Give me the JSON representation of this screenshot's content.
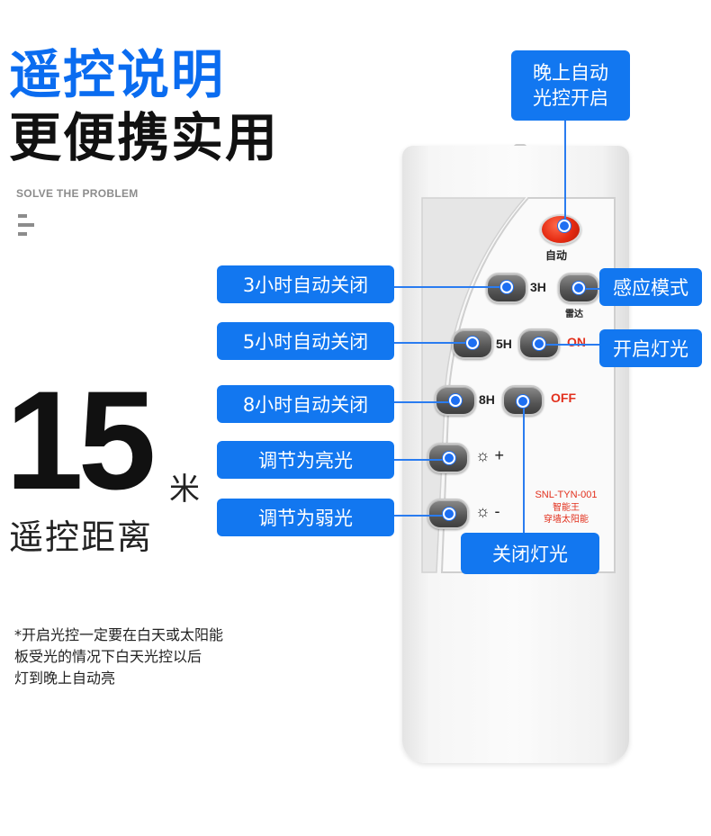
{
  "header": {
    "title_main": "遥控说明",
    "title_sub": "更便携实用",
    "subtitle_en": "SOLVE THE PROBLEM"
  },
  "distance": {
    "number": "15",
    "unit": "米",
    "caption": "遥控距离"
  },
  "note": {
    "lines": [
      "*开启光控一定要在白天或太阳能",
      "板受光的情况下白天光控以后",
      "灯到晚上自动亮"
    ]
  },
  "remote": {
    "auto_label": "自动",
    "btn_3h": "3H",
    "radar_label": "雷达",
    "btn_5h": "5H",
    "on_label": "ON",
    "btn_8h": "8H",
    "off_label": "OFF",
    "bright_symbol": "☼ +",
    "dim_symbol": "☼ -",
    "model": "SNL-TYN-001",
    "brand": "智能王",
    "brand_sub": "穿墙太阳能"
  },
  "callouts": {
    "auto_light_line1": "晚上自动",
    "auto_light_line2": "光控开启",
    "off_3h": "3小时自动关闭",
    "sensor_mode": "感应模式",
    "off_5h": "5小时自动关闭",
    "light_on": "开启灯光",
    "off_8h": "8小时自动关闭",
    "brighter": "调节为亮光",
    "dimmer": "调节为弱光",
    "light_off": "关闭灯光"
  },
  "colors": {
    "accent_blue": "#1277f0",
    "title_blue": "#0a6cf0",
    "button_red": "#e52b12",
    "text_red": "#e2301d"
  }
}
